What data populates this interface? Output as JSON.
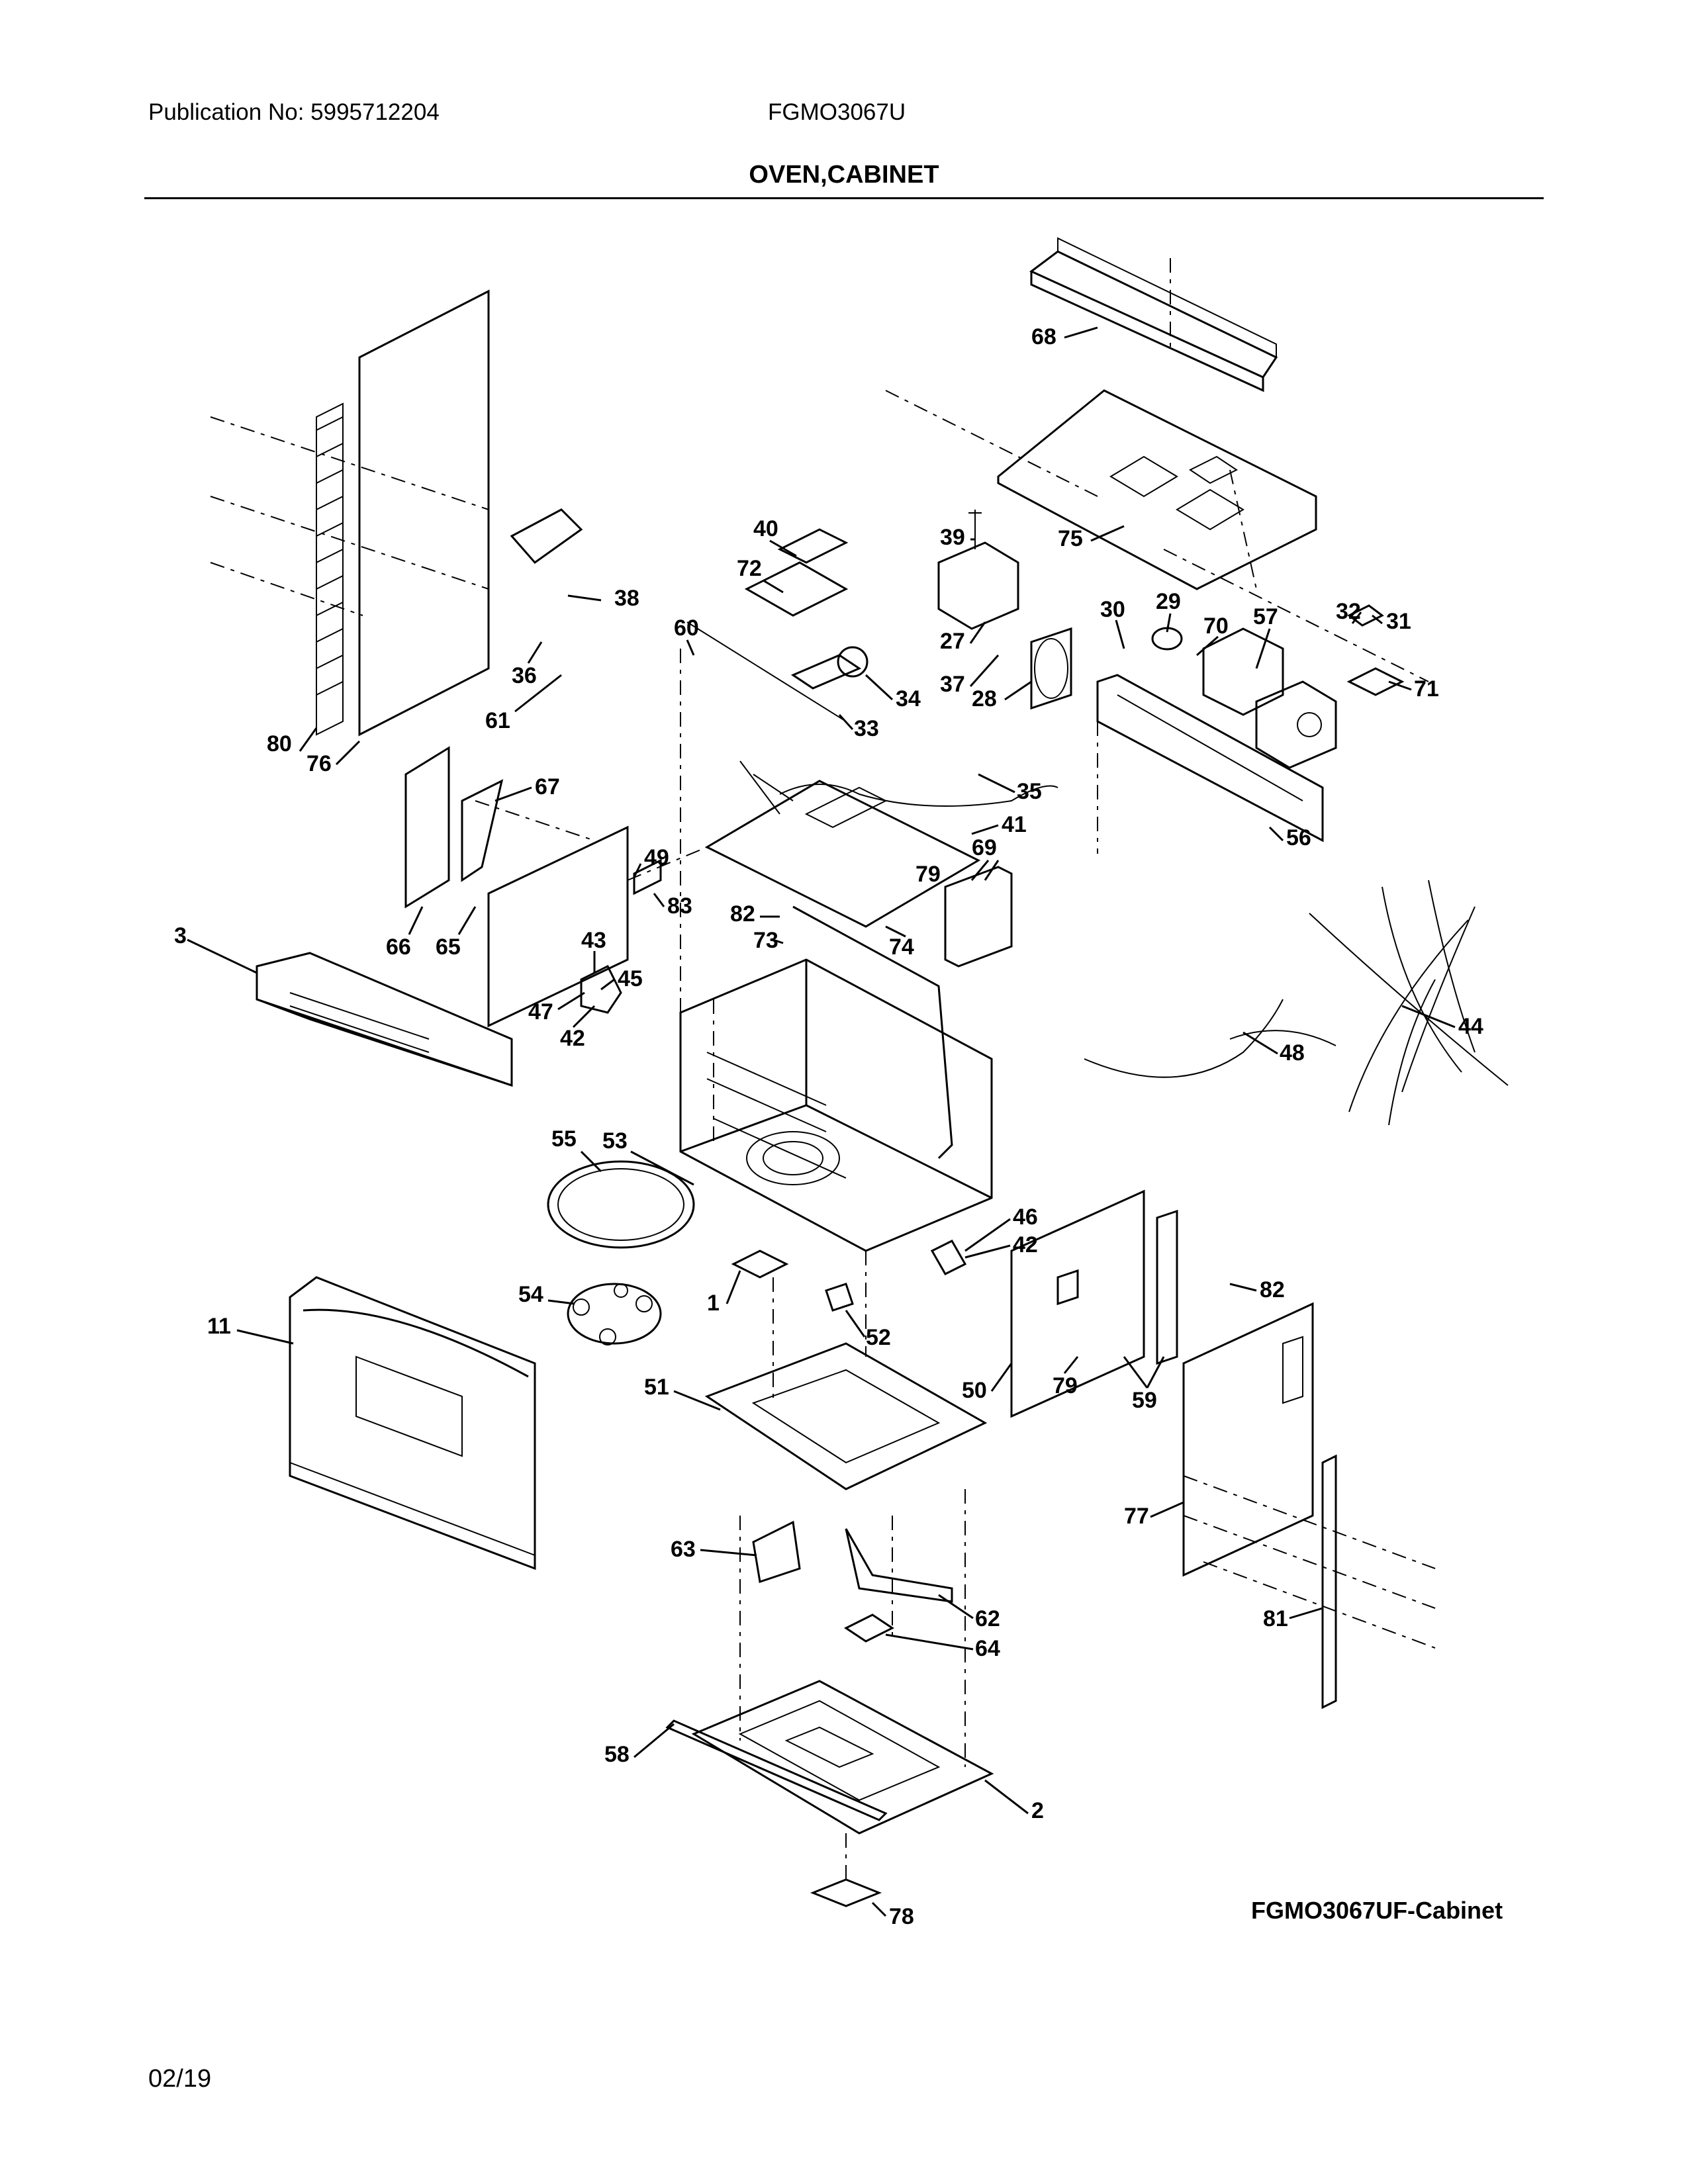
{
  "header": {
    "publication": "Publication No: 5995712204",
    "model": "FGMO3067U",
    "title": "OVEN,CABINET"
  },
  "diagram": {
    "caption": "FGMO3067UF-Cabinet",
    "callouts": [
      "68",
      "75",
      "40",
      "72",
      "39",
      "38",
      "27",
      "37",
      "28",
      "30",
      "29",
      "70",
      "57",
      "32",
      "31",
      "71",
      "36",
      "61",
      "60",
      "33",
      "34",
      "35",
      "56",
      "80",
      "76",
      "67",
      "41",
      "69",
      "79",
      "49",
      "83",
      "82",
      "73",
      "74",
      "3",
      "66",
      "65",
      "43",
      "45",
      "47",
      "42",
      "44",
      "48",
      "55",
      "53",
      "46",
      "42",
      "82",
      "11",
      "54",
      "1",
      "52",
      "50",
      "79",
      "59",
      "51",
      "77",
      "63",
      "62",
      "64",
      "81",
      "58",
      "2",
      "78"
    ]
  },
  "footer": {
    "date": "02/19"
  }
}
